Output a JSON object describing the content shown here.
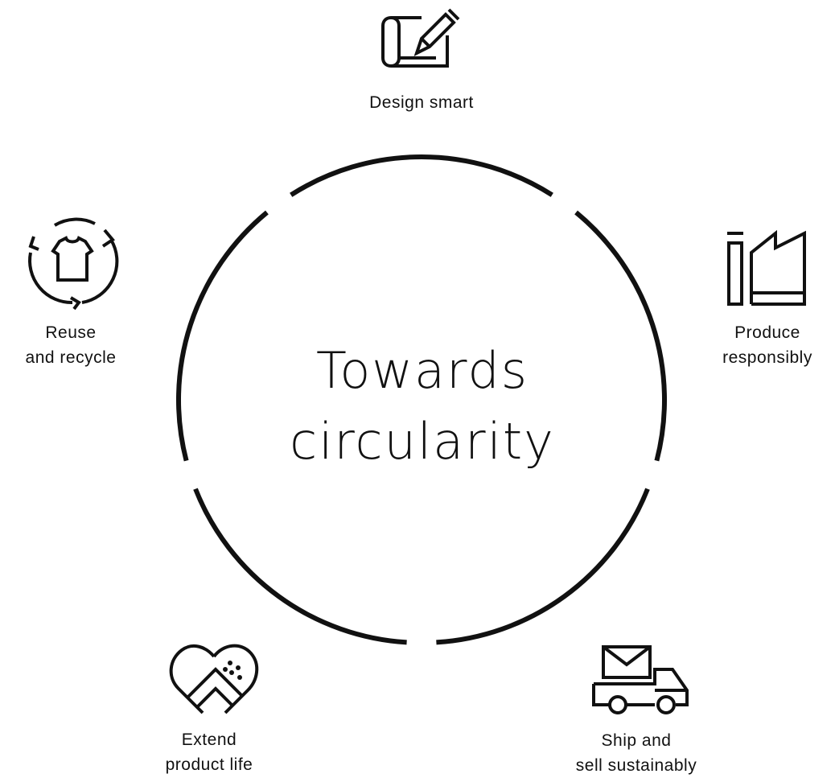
{
  "title": {
    "line1": "Towards",
    "line2": "circularity"
  },
  "steps": [
    {
      "icon": "design-pencil-icon",
      "line1": "Design smart",
      "line2": ""
    },
    {
      "icon": "factory-icon",
      "line1": "Produce",
      "line2": "responsibly"
    },
    {
      "icon": "delivery-truck-icon",
      "line1": "Ship and",
      "line2": "sell sustainably"
    },
    {
      "icon": "patched-heart-icon",
      "line1": "Extend",
      "line2": "product life"
    },
    {
      "icon": "recycle-tshirt-icon",
      "line1": "Reuse",
      "line2": "and recycle"
    }
  ],
  "colors": {
    "ink": "#111111",
    "background": "#ffffff"
  }
}
